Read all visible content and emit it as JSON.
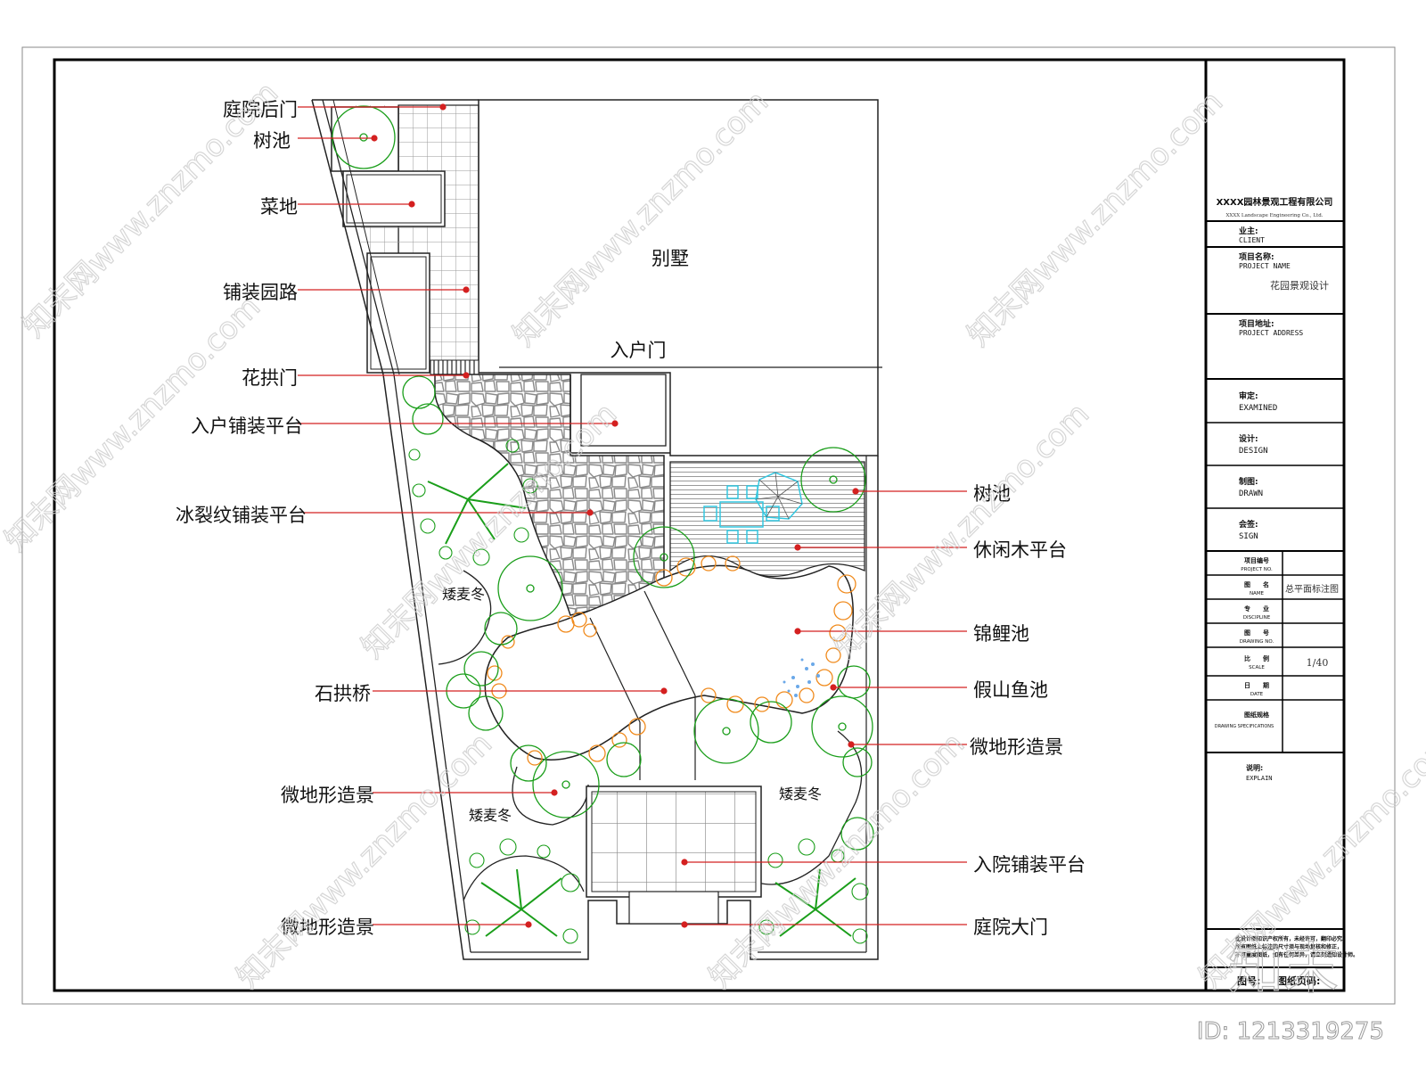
{
  "drawing": {
    "building_label": "别墅",
    "entry_door_label": "入户门",
    "ground_cover_labels": [
      "矮麦冬",
      "矮麦冬",
      "矮麦冬"
    ],
    "callouts_left": [
      {
        "label": "庭院后门"
      },
      {
        "label": "树池"
      },
      {
        "label": "菜地"
      },
      {
        "label": "铺装园路"
      },
      {
        "label": "花拱门"
      },
      {
        "label": "入户铺装平台"
      },
      {
        "label": "冰裂纹铺装平台"
      },
      {
        "label": "石拱桥"
      },
      {
        "label": "微地形造景"
      },
      {
        "label": "微地形造景"
      }
    ],
    "callouts_right": [
      {
        "label": "树池"
      },
      {
        "label": "休闲木平台"
      },
      {
        "label": "锦鲤池"
      },
      {
        "label": "假山鱼池"
      },
      {
        "label": "微地形造景"
      },
      {
        "label": "入院铺装平台"
      },
      {
        "label": "庭院大门"
      }
    ],
    "colors": {
      "tree": "#1a9e1a",
      "rock": "#f08a1c",
      "furniture": "#33c7e0",
      "leader": "#d42020",
      "water_spray": "#6aa8e8"
    }
  },
  "title_block": {
    "company_cn": "XXXX园林景观工程有限公司",
    "company_en": "XXXX Landscape Engineering Co., Ltd.",
    "client_cn": "业主:",
    "client_en": "CLIENT",
    "project_name_cn": "项目名称:",
    "project_name_en": "PROJECT NAME",
    "project_name_value": "花园景观设计",
    "project_address_cn": "项目地址:",
    "project_address_en": "PROJECT ADDRESS",
    "examined_cn": "审定:",
    "examined_en": "EXAMINED",
    "design_cn": "设计:",
    "design_en": "DESIGN",
    "drawn_cn": "制图:",
    "drawn_en": "DRAWN",
    "sign_cn": "会签:",
    "sign_en": "SIGN",
    "rows": [
      {
        "cn": "项目编号",
        "en": "PROJECT NO.",
        "value": ""
      },
      {
        "cn": "图　　名",
        "en": "NAME",
        "value": "总平面标注图"
      },
      {
        "cn": "专　　业",
        "en": "DISCIPLINE",
        "value": ""
      },
      {
        "cn": "图　　号",
        "en": "DRAWING NO.",
        "value": ""
      },
      {
        "cn": "比　　例",
        "en": "SCALE",
        "value": "1/40"
      },
      {
        "cn": "日　　期",
        "en": "DATE",
        "value": ""
      },
      {
        "cn": "图纸规格",
        "en": "DRAWING SPECIFICATIONS",
        "value": ""
      }
    ],
    "explain_cn": "说明:",
    "explain_en": "EXPLAIN",
    "notice_lines": [
      "此设计图知识产权所有，未经许可，翻印必究。",
      "所有图纸上标注的尺寸须与现场复核和修正，",
      "不可量度图纸，如有任何差异，请立刻通知设计师。"
    ],
    "drawing_no_label": "图号:",
    "page_no_label": "图纸页码:"
  },
  "watermark": {
    "text": "知末网www.znzmo.com",
    "logo": "知末",
    "id_text": "ID: 1213319275"
  }
}
